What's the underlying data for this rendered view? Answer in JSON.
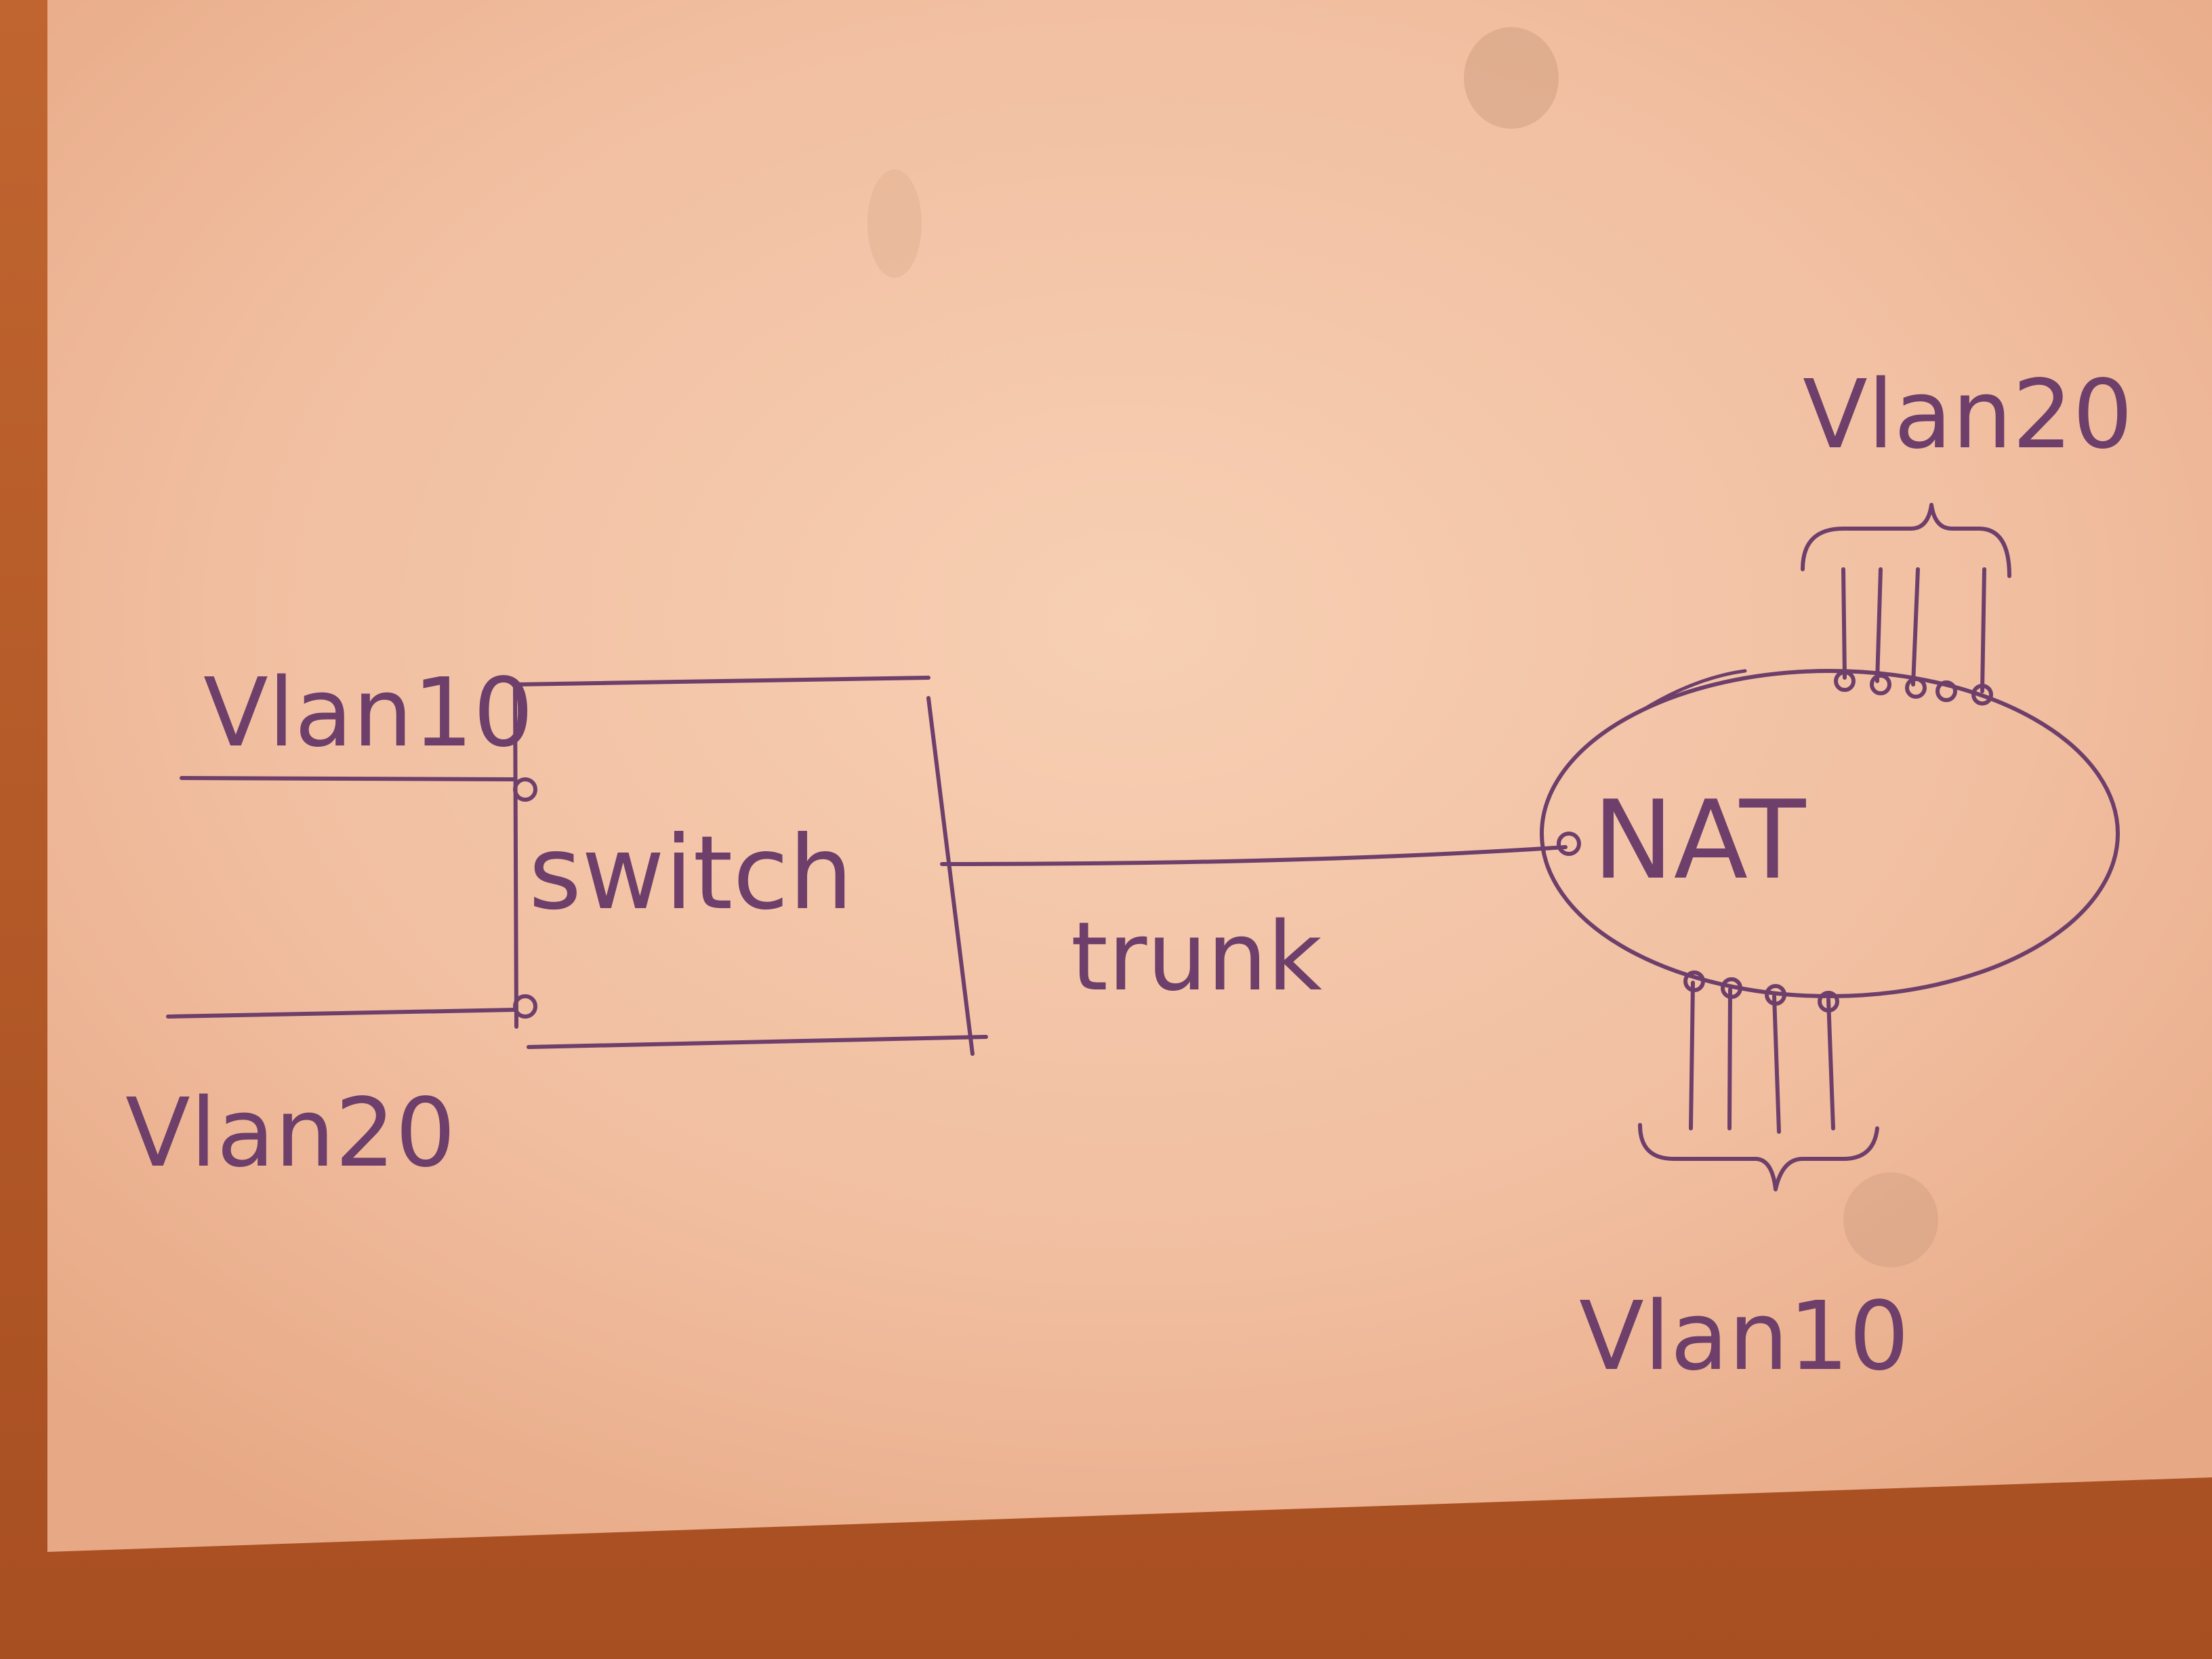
{
  "diagram": {
    "switch_label": "switch",
    "nat_label": "NAT",
    "link_label": "trunk",
    "switch_top_port_label": "Vlan10",
    "switch_bottom_port_label": "Vlan20",
    "nat_top_group_label": "Vlan20",
    "nat_bottom_group_label": "Vlan10"
  },
  "colors": {
    "ink": "#6e3f6a",
    "paper": "#f3c3a4",
    "table": "#b65a2c"
  }
}
